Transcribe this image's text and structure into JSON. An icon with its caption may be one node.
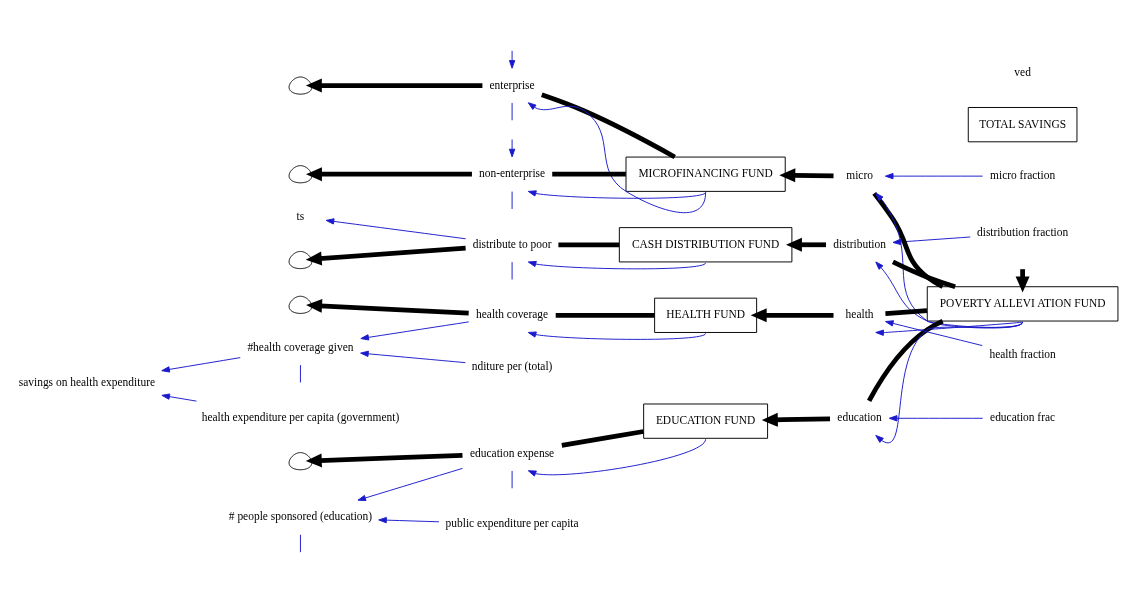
{
  "diagram": {
    "nodes": [
      {
        "text": [
          "micro fraction"
        ]
      },
      {
        "text": [],
        "shape": "cloud"
      },
      {
        "text": [
          "enterprise"
        ]
      },
      {
        "text": [],
        "shape": "cloud"
      },
      {
        "text": [
          "non-enterprise"
        ]
      },
      {
        "text": [
          "MICROFINANCING FUND"
        ]
      },
      {
        "text": [
          "micro"
        ]
      },
      {
        "text": [
          "education frac"
        ]
      },
      {
        "text": [
          "distribution fraction"
        ]
      },
      {
        "text": [],
        "shape": "cloud"
      },
      {
        "text": [
          "distribute to poor"
        ]
      },
      {
        "text": [
          "CASH DISTRIBUTION FUND"
        ]
      },
      {
        "text": [
          "distribution"
        ]
      },
      {
        "text": [
          "POVERTY ALLEVI ATION FUND"
        ]
      },
      {
        "text": [
          "ts"
        ]
      },
      {
        "text": [],
        "shape": "cloud"
      },
      {
        "text": [
          "HEALTH FUND"
        ]
      },
      {
        "text": [
          "health coverage"
        ]
      },
      {
        "text": [
          "health"
        ]
      },
      {
        "text": [
          "education"
        ]
      },
      {
        "text": [],
        "shape": "cloud"
      },
      {
        "text": [
          "EDUCATION FUND"
        ]
      },
      {
        "text": [
          "#health coverage given"
        ]
      },
      {
        "text": [
          "education expense"
        ]
      },
      {
        "text": [
          "health fraction"
        ]
      },
      {
        "text": [
          "nditure per (total)"
        ]
      },
      {
        "text": [
          "health expenditure per capita (government)"
        ]
      },
      {
        "text": [
          "# people sponsored (education)"
        ]
      },
      {
        "text": [
          "public expenditure per capita"
        ]
      },
      {
        "text": [
          "savings on health expenditure"
        ]
      },
      {
        "text": [
          "TOTAL SAVINGS"
        ]
      }
    ],
    "edges": [
      {
        "from": null,
        "to": 13,
        "arrow": "to",
        "style": "thick",
        "color": "#000000"
      },
      {
        "from": 13,
        "to": 6,
        "arrow": "none",
        "style": "thick",
        "color": "#000000"
      },
      {
        "from": 6,
        "to": 5,
        "arrow": "to",
        "style": "thick",
        "color": "#000000"
      },
      {
        "from": 13,
        "to": 12,
        "arrow": "none",
        "style": "thick",
        "color": "#000000"
      },
      {
        "from": 12,
        "to": 11,
        "arrow": "to",
        "style": "thick",
        "color": "#000000"
      },
      {
        "from": 13,
        "to": 18,
        "arrow": "none",
        "style": "thick",
        "color": "#000000"
      },
      {
        "from": 18,
        "to": 16,
        "arrow": "to",
        "style": "thick",
        "color": "#000000"
      },
      {
        "from": 13,
        "to": 19,
        "arrow": "none",
        "style": "thick",
        "color": "#000000"
      },
      {
        "from": 19,
        "to": 21,
        "arrow": "to",
        "style": "thick",
        "color": "#000000"
      },
      {
        "from": 5,
        "to": 2,
        "arrow": "none",
        "style": "thick",
        "color": "#000000"
      },
      {
        "from": 2,
        "to": 1,
        "arrow": "to",
        "style": "thick",
        "color": "#000000"
      },
      {
        "from": 5,
        "to": 4,
        "arrow": "none",
        "style": "thick",
        "color": "#000000"
      },
      {
        "from": 4,
        "to": 3,
        "arrow": "to",
        "style": "thick",
        "color": "#000000"
      },
      {
        "from": 11,
        "to": 10,
        "arrow": "none",
        "style": "thick",
        "color": "#000000"
      },
      {
        "from": 10,
        "to": 9,
        "arrow": "to",
        "style": "thick",
        "color": "#000000"
      },
      {
        "from": 16,
        "to": 17,
        "arrow": "none",
        "style": "thick",
        "color": "#000000"
      },
      {
        "from": 17,
        "to": 15,
        "arrow": "to",
        "style": "thick",
        "color": "#000000"
      },
      {
        "from": 21,
        "to": 23,
        "arrow": "none",
        "style": "thick",
        "color": "#000000"
      },
      {
        "from": 23,
        "to": 20,
        "arrow": "to",
        "style": "thick",
        "color": "#000000"
      },
      {
        "from": 0,
        "to": 6,
        "arrow": "to"
      },
      {
        "from": 13,
        "to": 6,
        "arrow": "to"
      },
      {
        "from": 8,
        "to": 12,
        "arrow": "to"
      },
      {
        "from": 13,
        "to": 12,
        "arrow": "to"
      },
      {
        "from": 13,
        "to": 18,
        "arrow": "to"
      },
      {
        "from": 24,
        "to": 18,
        "arrow": "to"
      },
      {
        "from": 13,
        "to": 19,
        "arrow": "to"
      },
      {
        "from": 7,
        "to": 19,
        "arrow": "to"
      },
      {
        "from": 5,
        "to": 2,
        "arrow": "to"
      },
      {
        "from": 2,
        "to": null,
        "arrow": "none"
      },
      {
        "from": null,
        "to": 2,
        "arrow": "to"
      },
      {
        "from": 5,
        "to": 4,
        "arrow": "to"
      },
      {
        "from": 4,
        "to": null,
        "arrow": "none"
      },
      {
        "from": null,
        "to": 4,
        "arrow": "to"
      },
      {
        "from": 11,
        "to": 10,
        "arrow": "to"
      },
      {
        "from": 10,
        "to": 14,
        "arrow": "to"
      },
      {
        "from": 10,
        "to": null,
        "arrow": "none"
      },
      {
        "from": 16,
        "to": 17,
        "arrow": "to"
      },
      {
        "from": 17,
        "to": 22,
        "arrow": "to"
      },
      {
        "from": 25,
        "to": 22,
        "arrow": "to"
      },
      {
        "from": 22,
        "to": null,
        "arrow": "none"
      },
      {
        "from": 22,
        "to": 29,
        "arrow": "to"
      },
      {
        "from": 26,
        "to": 29,
        "arrow": "to"
      },
      {
        "from": 21,
        "to": 23,
        "arrow": "to"
      },
      {
        "from": 23,
        "to": 27,
        "arrow": "to"
      },
      {
        "from": 28,
        "to": 27,
        "arrow": "to"
      },
      {
        "from": 23,
        "to": null,
        "arrow": "none"
      },
      {
        "from": 27,
        "to": null,
        "arrow": "none"
      }
    ],
    "labels": [
      "ved"
    ]
  }
}
